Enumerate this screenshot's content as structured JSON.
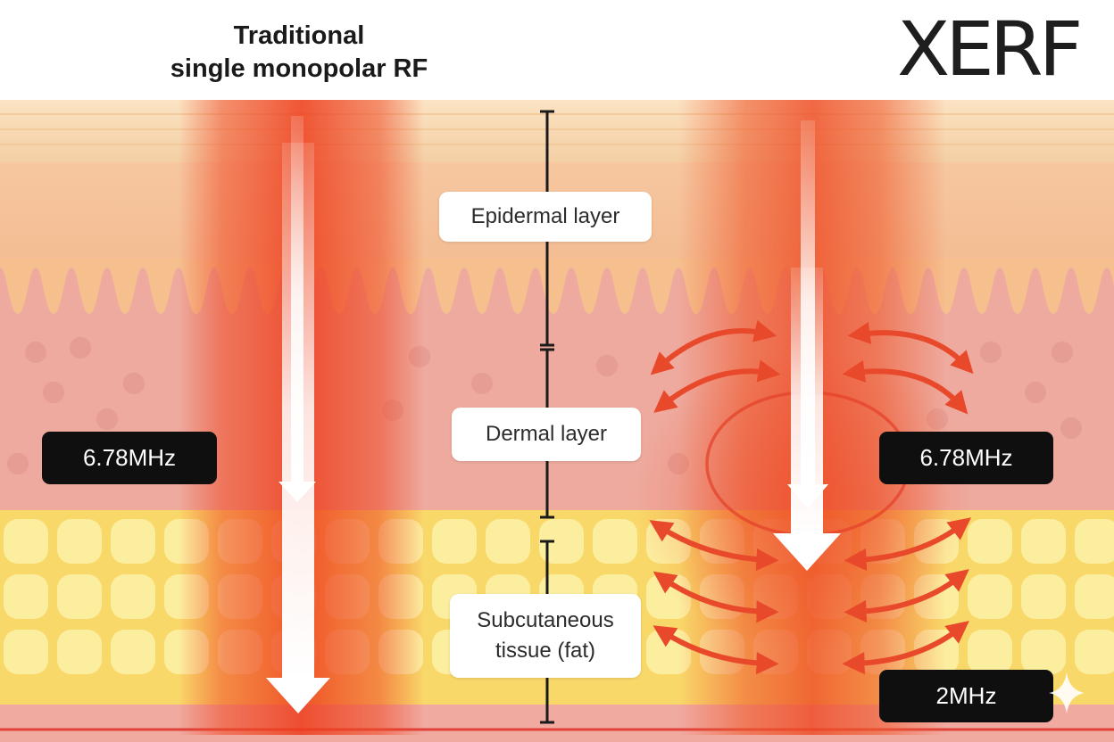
{
  "header": {
    "title_line1": "Traditional",
    "title_line2": "single monopolar RF",
    "brand": "XERF"
  },
  "layers": {
    "epidermal": "Epidermal layer",
    "dermal": "Dermal layer",
    "subcutaneous_line1": "Subcutaneous",
    "subcutaneous_line2": "tissue  (fat)"
  },
  "frequencies": {
    "left": "6.78MHz",
    "right_upper": "6.78MHz",
    "right_lower": "2MHz"
  },
  "colors": {
    "skin_top": "#f7d6ad",
    "epidermis": "#f5b98e",
    "dermis": "#eda79b",
    "fat": "#fbe98a",
    "energy_red": "#ef4a2a",
    "arrow_red": "#e94a2c",
    "label_bg": "#0f0f0f"
  },
  "icons": {
    "corner": "sparkle-icon"
  }
}
